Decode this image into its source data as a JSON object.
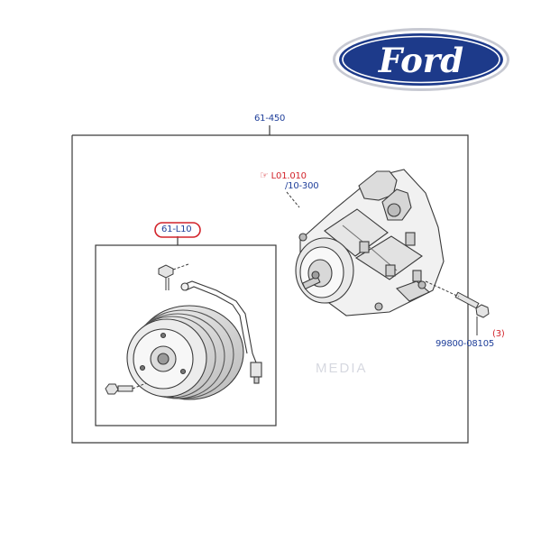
{
  "logo": {
    "text": "Ford",
    "oval_color": "#1d3a8a",
    "text_color": "#ffffff"
  },
  "labels": {
    "assembly_ref": "61-450",
    "clutch_ref": "61-L10",
    "cross_ref": "L01.010",
    "cross_ref_sub": "/10-300",
    "bolt_qty": "(3)",
    "bolt_part": "99800-08105"
  },
  "watermark": "MEDIA",
  "colors": {
    "line": "#3a3a3a",
    "label_blue": "#1f3f9a",
    "highlight_red": "#d2232a",
    "watermark": "#c9ccd6"
  },
  "icons": {
    "cross_ref_marker": "pointing-hand-icon"
  }
}
